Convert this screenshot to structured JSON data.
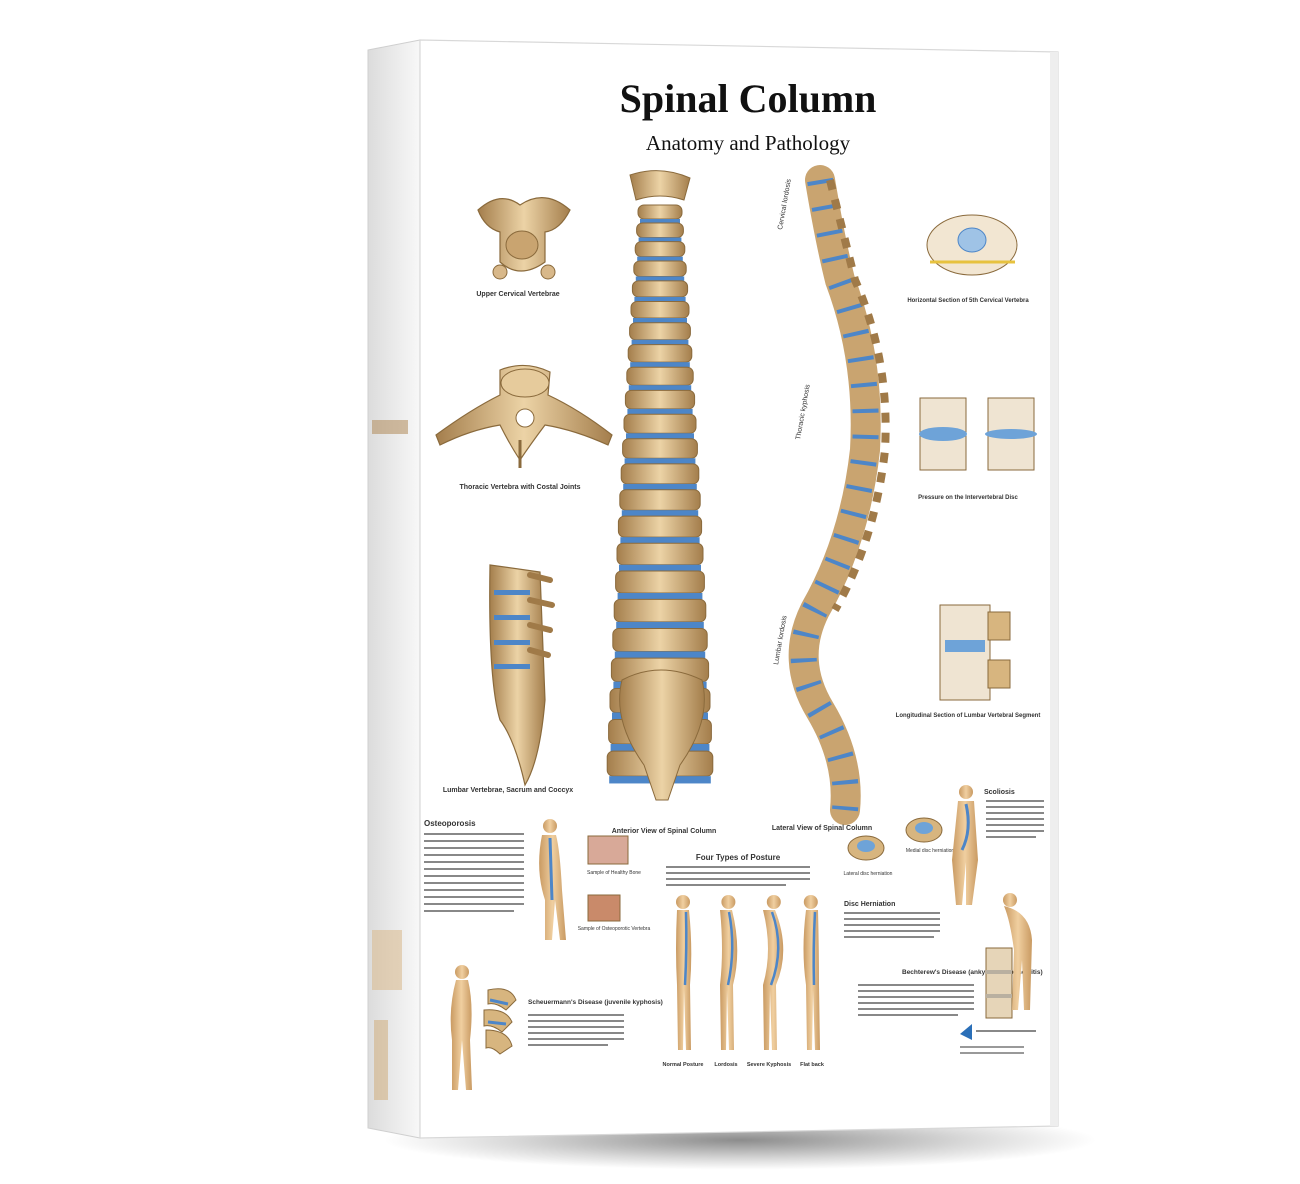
{
  "poster": {
    "title": "Spinal Column",
    "subtitle": "Anatomy and Pathology",
    "captions": {
      "upper_cervical": "Upper Cervical Vertebrae",
      "thoracic_costal": "Thoracic Vertebra with Costal Joints",
      "lumbar_sacrum": "Lumbar Vertebrae, Sacrum and Coccyx",
      "anterior_view": "Anterior View of Spinal Column",
      "lateral_view": "Lateral View of Spinal Column",
      "horizontal_section": "Horizontal Section of 5th Cervical Vertebra",
      "pressure_disc": "Pressure on the Intervertebral Disc",
      "longitudinal_section": "Longitudinal Section of Lumbar Vertebral Segment",
      "healthy_bone": "Sample of Healthy Bone",
      "osteoporotic": "Sample of Osteoporotic Vertebra",
      "lateral_disc": "Lateral disc herniation",
      "medial_disc": "Medial disc herniation"
    },
    "headings": {
      "osteoporosis": "Osteoporosis",
      "four_types": "Four Types of Posture",
      "scoliosis": "Scoliosis",
      "disc_herniation": "Disc Herniation",
      "scheuermann": "Scheuermann's Disease (juvenile kyphosis)",
      "bechterew": "Bechterew's Disease (ankylosing spondylitis)"
    },
    "posture_labels": [
      "Normal Posture",
      "Lordosis",
      "Severe Kyphosis",
      "Flat back"
    ],
    "curve_labels": {
      "cervical": "Cervical lordosis",
      "thoracic": "Thoracic kyphosis",
      "lumbar": "Lumbar lordosis"
    }
  },
  "colors": {
    "bone": "#d9b98a",
    "bone_dark": "#a07a48",
    "disc": "#4d86c8",
    "skin": "#e4bd8a",
    "canvas_side": "#f4f4f4"
  }
}
